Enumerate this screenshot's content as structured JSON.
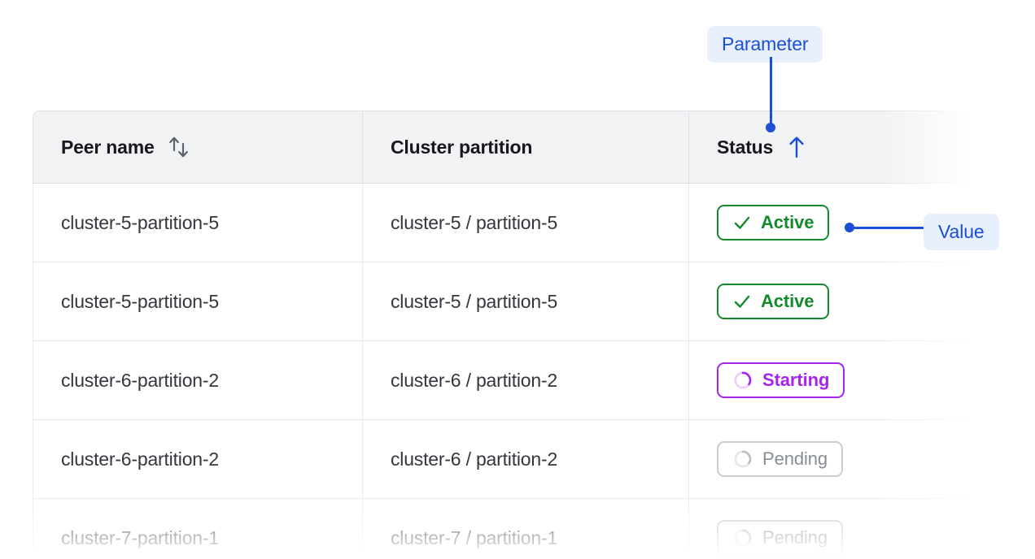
{
  "table": {
    "columns": [
      {
        "label": "Peer name",
        "sort_icon": "sort-updown-icon",
        "sort_state": "none"
      },
      {
        "label": "Cluster partition",
        "sort_icon": null,
        "sort_state": "none"
      },
      {
        "label": "Status",
        "sort_icon": "arrow-up-icon",
        "sort_state": "ascending"
      }
    ],
    "rows": [
      {
        "peer_name": "cluster-5-partition-5",
        "cluster_partition": "cluster-5 / partition-5",
        "status": {
          "label": "Active",
          "variant": "active",
          "icon": "check-icon"
        },
        "muted": false
      },
      {
        "peer_name": "cluster-5-partition-5",
        "cluster_partition": "cluster-5 / partition-5",
        "status": {
          "label": "Active",
          "variant": "active",
          "icon": "check-icon"
        },
        "muted": false
      },
      {
        "peer_name": "cluster-6-partition-2",
        "cluster_partition": "cluster-6 / partition-2",
        "status": {
          "label": "Starting",
          "variant": "starting",
          "icon": "spinner-icon"
        },
        "muted": false
      },
      {
        "peer_name": "cluster-6-partition-2",
        "cluster_partition": "cluster-6 / partition-2",
        "status": {
          "label": "Pending",
          "variant": "pending",
          "icon": "spinner-icon"
        },
        "muted": true
      },
      {
        "peer_name": "cluster-7-partition-1",
        "cluster_partition": "cluster-7 / partition-1",
        "status": {
          "label": "Pending",
          "variant": "pending",
          "icon": "spinner-icon"
        },
        "muted": true
      }
    ]
  },
  "annotations": {
    "parameter": {
      "label": "Parameter",
      "target": "status-column-header"
    },
    "value": {
      "label": "Value",
      "target": "status-badge-row-1"
    }
  },
  "colors": {
    "accent_blue": "#1a4fd6",
    "callout_bg": "#e8effd",
    "status_active": "#148a2c",
    "status_starting": "#a525ee",
    "status_pending": "#878d96",
    "header_bg": "#f1f2f4",
    "border": "#dfe1e4",
    "text_primary": "#33373d",
    "text_muted": "#b4b8be"
  }
}
